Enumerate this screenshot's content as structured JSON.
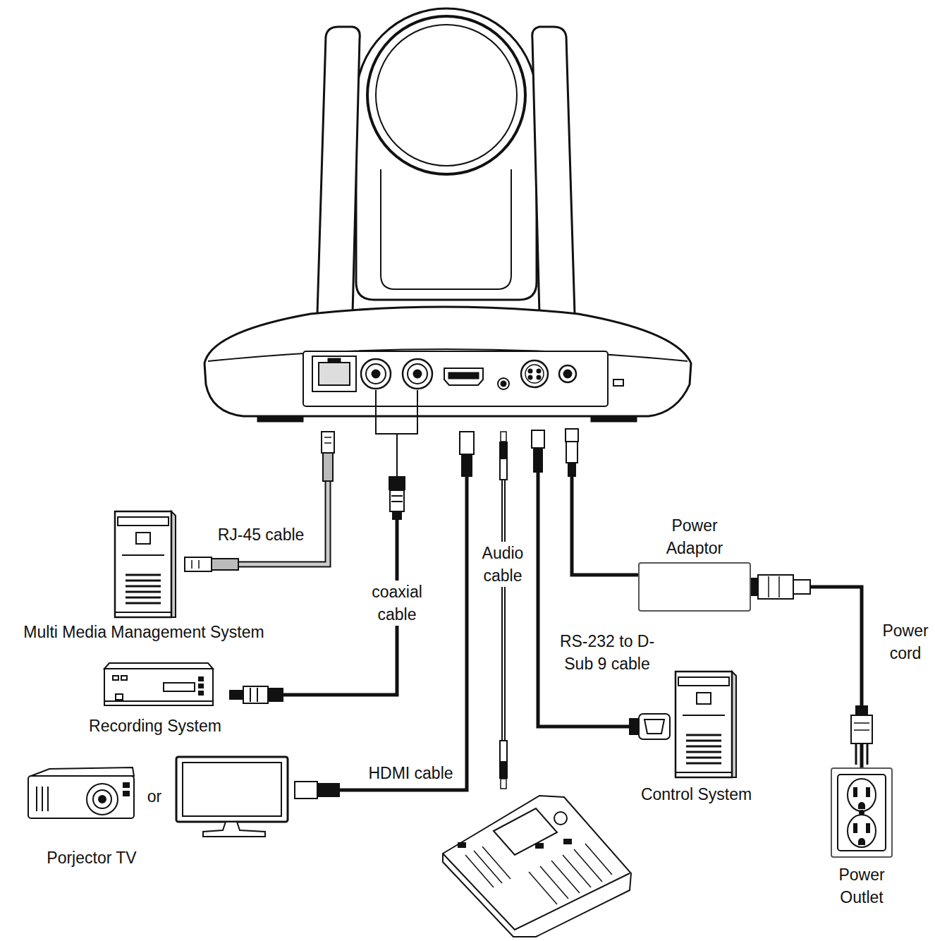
{
  "diagram": {
    "nodes": [
      {
        "text": [
          "Power Adaptor"
        ]
      },
      {
        "text": [
          "Multi Media Management System"
        ]
      },
      {
        "text": [
          "Recording System"
        ]
      },
      {
        "text": [
          "Control System"
        ]
      },
      {
        "text": [
          "Porjector TV"
        ]
      },
      {
        "text": [
          "Power Outlet"
        ]
      }
    ],
    "edges": [
      {
        "from": 0,
        "to": 5,
        "arrow": "none",
        "label": "Power cord"
      }
    ],
    "labels": [
      "RJ-45 cable",
      "Audio cable",
      "coaxial cable",
      "RS-232 to D-Sub 9 cable",
      "HDMI cable",
      "or"
    ]
  }
}
